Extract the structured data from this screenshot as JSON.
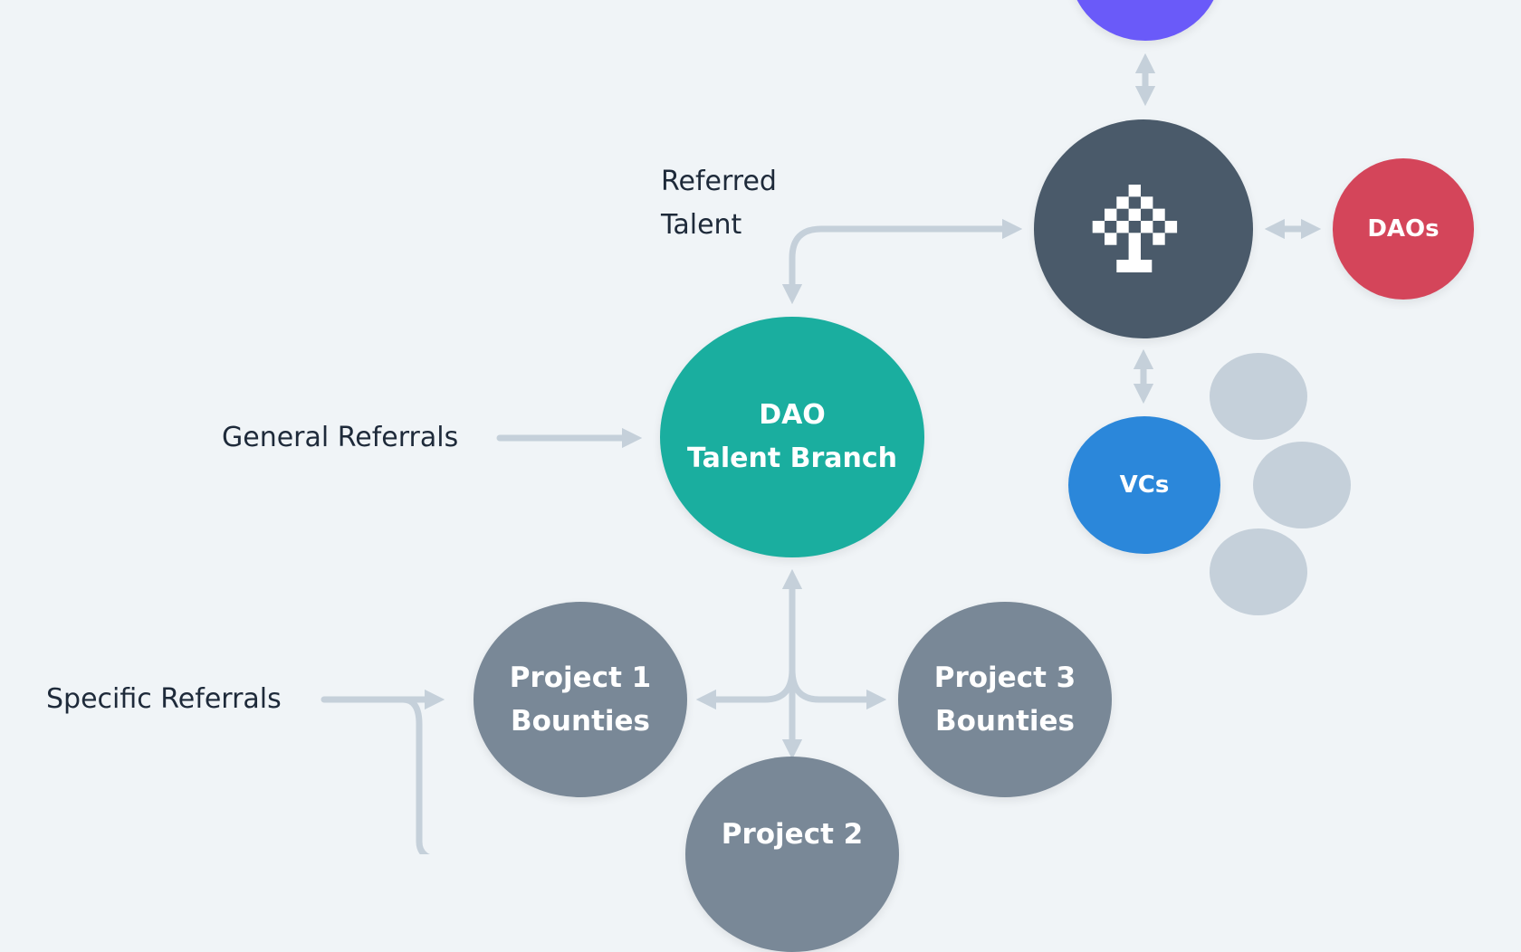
{
  "colors": {
    "background": "#f0f4f7",
    "connector": "#c5d0da",
    "hub": "#4a5a6a",
    "talent_branch": "#1aae9f",
    "daos": "#d4455a",
    "vcs": "#2b87da",
    "top_node": "#6a5af9",
    "project": "#798897",
    "placeholder": "#c5d0da"
  },
  "hub": {
    "icon": "pixel-tree-icon"
  },
  "labels": {
    "referred_talent_line1": "Referred",
    "referred_talent_line2": "Talent",
    "general_referrals": "General Referrals",
    "specific_referrals": "Specific Referrals"
  },
  "nodes": {
    "talent_branch_line1": "DAO",
    "talent_branch_line2": "Talent Branch",
    "daos": "DAOs",
    "vcs": "VCs",
    "project1_line1": "Project 1",
    "project1_line2": "Bounties",
    "project3_line1": "Project 3",
    "project3_line2": "Bounties",
    "project2_line1": "Project 2"
  }
}
